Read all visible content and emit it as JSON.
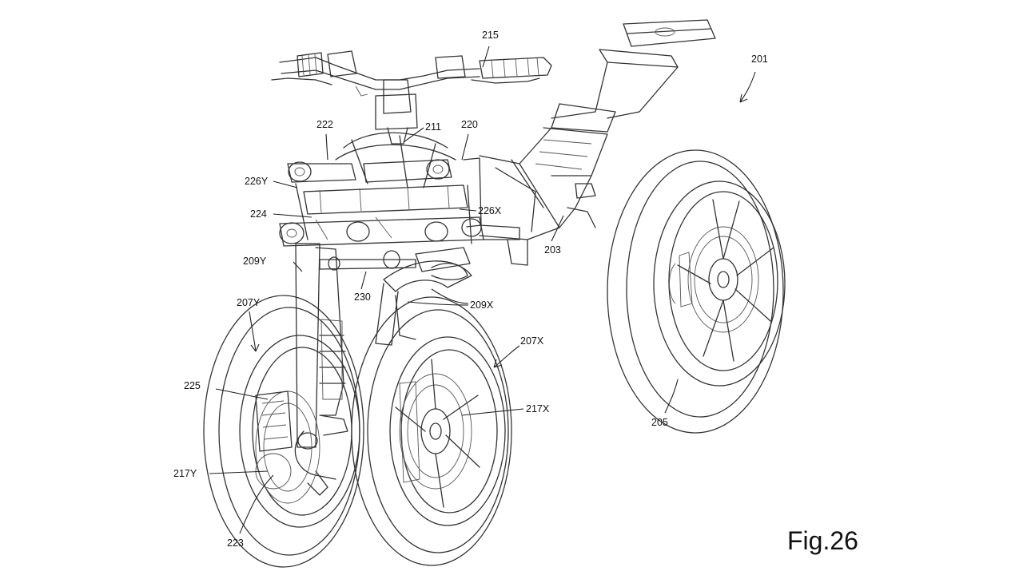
{
  "figure": {
    "label": "Fig.26"
  },
  "reference_numerals": [
    {
      "id": "201",
      "text": "201"
    },
    {
      "id": "215",
      "text": "215"
    },
    {
      "id": "222",
      "text": "222"
    },
    {
      "id": "211",
      "text": "211"
    },
    {
      "id": "220",
      "text": "220"
    },
    {
      "id": "226Y",
      "text": "226Y"
    },
    {
      "id": "224",
      "text": "224"
    },
    {
      "id": "226X",
      "text": "226X"
    },
    {
      "id": "203",
      "text": "203"
    },
    {
      "id": "209Y",
      "text": "209Y"
    },
    {
      "id": "230",
      "text": "230"
    },
    {
      "id": "209X",
      "text": "209X"
    },
    {
      "id": "207Y",
      "text": "207Y"
    },
    {
      "id": "207X",
      "text": "207X"
    },
    {
      "id": "225",
      "text": "225"
    },
    {
      "id": "217X",
      "text": "217X"
    },
    {
      "id": "217Y",
      "text": "217Y"
    },
    {
      "id": "223",
      "text": "223"
    },
    {
      "id": "205",
      "text": "205"
    }
  ]
}
